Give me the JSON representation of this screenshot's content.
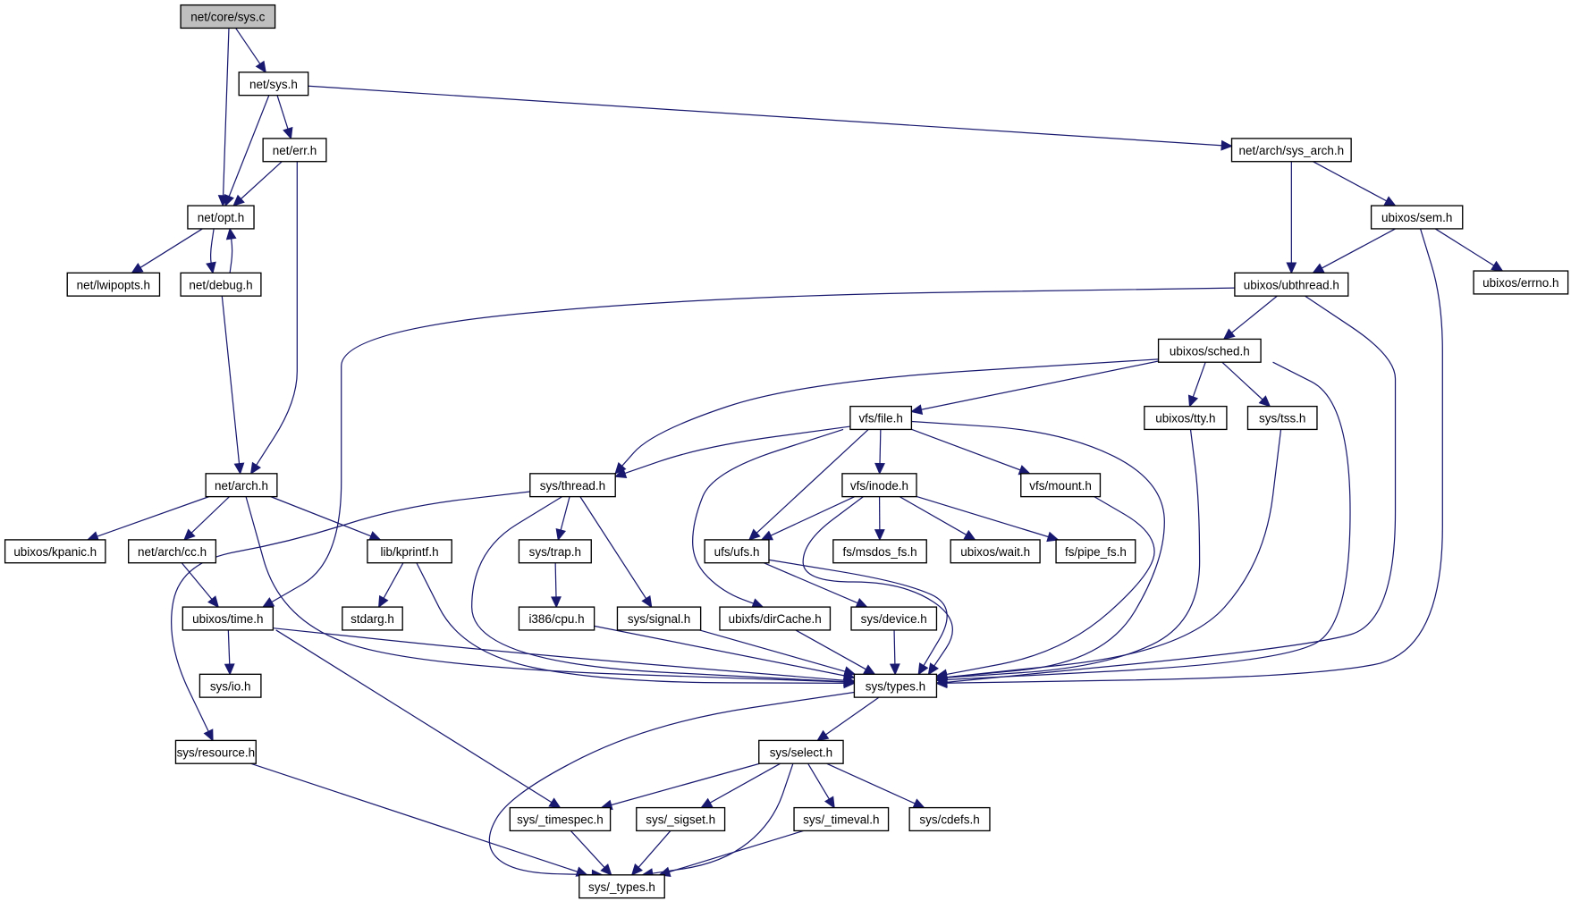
{
  "title": "net/core/sys.c include dependency graph",
  "colors": {
    "edge": "#191970",
    "root_fill": "#bfbfbf",
    "node_fill": "#ffffff",
    "node_border": "#000000"
  },
  "nodes": [
    {
      "id": "root",
      "label": "net/core/sys.c",
      "root": true
    },
    {
      "id": "net_sys_h",
      "label": "net/sys.h"
    },
    {
      "id": "net_err_h",
      "label": "net/err.h"
    },
    {
      "id": "net_opt_h",
      "label": "net/opt.h"
    },
    {
      "id": "net_lwipopts_h",
      "label": "net/lwipopts.h"
    },
    {
      "id": "net_debug_h",
      "label": "net/debug.h"
    },
    {
      "id": "net_arch_h",
      "label": "net/arch.h"
    },
    {
      "id": "ubixos_kpanic_h",
      "label": "ubixos/kpanic.h"
    },
    {
      "id": "net_arch_cc_h",
      "label": "net/arch/cc.h"
    },
    {
      "id": "lib_kprintf_h",
      "label": "lib/kprintf.h"
    },
    {
      "id": "stdarg_h",
      "label": "stdarg.h"
    },
    {
      "id": "ubixos_time_h",
      "label": "ubixos/time.h"
    },
    {
      "id": "sys_io_h",
      "label": "sys/io.h"
    },
    {
      "id": "sys_resource_h",
      "label": "sys/resource.h"
    },
    {
      "id": "net_arch_sys_arch_h",
      "label": "net/arch/sys_arch.h"
    },
    {
      "id": "ubixos_sem_h",
      "label": "ubixos/sem.h"
    },
    {
      "id": "ubixos_errno_h",
      "label": "ubixos/errno.h"
    },
    {
      "id": "ubixos_ubthread_h",
      "label": "ubixos/ubthread.h"
    },
    {
      "id": "ubixos_sched_h",
      "label": "ubixos/sched.h"
    },
    {
      "id": "vfs_file_h",
      "label": "vfs/file.h"
    },
    {
      "id": "ubixos_tty_h",
      "label": "ubixos/tty.h"
    },
    {
      "id": "sys_tss_h",
      "label": "sys/tss.h"
    },
    {
      "id": "sys_thread_h",
      "label": "sys/thread.h"
    },
    {
      "id": "vfs_inode_h",
      "label": "vfs/inode.h"
    },
    {
      "id": "vfs_mount_h",
      "label": "vfs/mount.h"
    },
    {
      "id": "sys_trap_h",
      "label": "sys/trap.h"
    },
    {
      "id": "ufs_ufs_h",
      "label": "ufs/ufs.h"
    },
    {
      "id": "fs_msdos_fs_h",
      "label": "fs/msdos_fs.h"
    },
    {
      "id": "ubixos_wait_h",
      "label": "ubixos/wait.h"
    },
    {
      "id": "fs_pipe_fs_h",
      "label": "fs/pipe_fs.h"
    },
    {
      "id": "i386_cpu_h",
      "label": "i386/cpu.h"
    },
    {
      "id": "sys_signal_h",
      "label": "sys/signal.h"
    },
    {
      "id": "ubixfs_dirCache_h",
      "label": "ubixfs/dirCache.h"
    },
    {
      "id": "sys_device_h",
      "label": "sys/device.h"
    },
    {
      "id": "sys_types_h",
      "label": "sys/types.h"
    },
    {
      "id": "sys_select_h",
      "label": "sys/select.h"
    },
    {
      "id": "sys__timespec_h",
      "label": "sys/_timespec.h"
    },
    {
      "id": "sys__sigset_h",
      "label": "sys/_sigset.h"
    },
    {
      "id": "sys__timeval_h",
      "label": "sys/_timeval.h"
    },
    {
      "id": "sys_cdefs_h",
      "label": "sys/cdefs.h"
    },
    {
      "id": "sys__types_h",
      "label": "sys/_types.h"
    }
  ],
  "edges": [
    {
      "from": "root",
      "to": "net_opt_h"
    },
    {
      "from": "root",
      "to": "net_sys_h"
    },
    {
      "from": "net_sys_h",
      "to": "net_opt_h"
    },
    {
      "from": "net_sys_h",
      "to": "net_err_h"
    },
    {
      "from": "net_sys_h",
      "to": "net_arch_sys_arch_h"
    },
    {
      "from": "net_err_h",
      "to": "net_opt_h"
    },
    {
      "from": "net_err_h",
      "to": "net_arch_h"
    },
    {
      "from": "net_opt_h",
      "to": "net_lwipopts_h"
    },
    {
      "from": "net_opt_h",
      "to": "net_debug_h"
    },
    {
      "from": "net_debug_h",
      "to": "net_opt_h"
    },
    {
      "from": "net_debug_h",
      "to": "net_arch_h"
    },
    {
      "from": "net_arch_h",
      "to": "ubixos_kpanic_h"
    },
    {
      "from": "net_arch_h",
      "to": "net_arch_cc_h"
    },
    {
      "from": "net_arch_h",
      "to": "lib_kprintf_h"
    },
    {
      "from": "net_arch_h",
      "to": "sys_types_h"
    },
    {
      "from": "net_arch_cc_h",
      "to": "ubixos_time_h"
    },
    {
      "from": "lib_kprintf_h",
      "to": "stdarg_h"
    },
    {
      "from": "lib_kprintf_h",
      "to": "sys_types_h"
    },
    {
      "from": "ubixos_time_h",
      "to": "sys_io_h"
    },
    {
      "from": "ubixos_time_h",
      "to": "sys_types_h"
    },
    {
      "from": "ubixos_time_h",
      "to": "sys__timespec_h"
    },
    {
      "from": "net_arch_sys_arch_h",
      "to": "ubixos_ubthread_h"
    },
    {
      "from": "net_arch_sys_arch_h",
      "to": "ubixos_sem_h"
    },
    {
      "from": "ubixos_sem_h",
      "to": "ubixos_ubthread_h"
    },
    {
      "from": "ubixos_sem_h",
      "to": "ubixos_errno_h"
    },
    {
      "from": "ubixos_sem_h",
      "to": "sys_types_h"
    },
    {
      "from": "ubixos_ubthread_h",
      "to": "ubixos_time_h"
    },
    {
      "from": "ubixos_ubthread_h",
      "to": "ubixos_sched_h"
    },
    {
      "from": "ubixos_ubthread_h",
      "to": "sys_types_h"
    },
    {
      "from": "ubixos_sched_h",
      "to": "sys_thread_h"
    },
    {
      "from": "ubixos_sched_h",
      "to": "vfs_file_h"
    },
    {
      "from": "ubixos_sched_h",
      "to": "ubixos_tty_h"
    },
    {
      "from": "ubixos_sched_h",
      "to": "sys_tss_h"
    },
    {
      "from": "ubixos_sched_h",
      "to": "sys_types_h"
    },
    {
      "from": "vfs_file_h",
      "to": "sys_thread_h"
    },
    {
      "from": "vfs_file_h",
      "to": "ufs_ufs_h"
    },
    {
      "from": "vfs_file_h",
      "to": "ubixfs_dirCache_h"
    },
    {
      "from": "vfs_file_h",
      "to": "vfs_inode_h"
    },
    {
      "from": "vfs_file_h",
      "to": "vfs_mount_h"
    },
    {
      "from": "vfs_file_h",
      "to": "sys_types_h"
    },
    {
      "from": "ubixos_tty_h",
      "to": "sys_types_h"
    },
    {
      "from": "sys_tss_h",
      "to": "sys_types_h"
    },
    {
      "from": "sys_thread_h",
      "to": "sys_resource_h"
    },
    {
      "from": "sys_thread_h",
      "to": "sys_trap_h"
    },
    {
      "from": "sys_thread_h",
      "to": "sys_signal_h"
    },
    {
      "from": "sys_thread_h",
      "to": "sys_types_h"
    },
    {
      "from": "vfs_inode_h",
      "to": "ufs_ufs_h"
    },
    {
      "from": "vfs_inode_h",
      "to": "fs_msdos_fs_h"
    },
    {
      "from": "vfs_inode_h",
      "to": "ubixos_wait_h"
    },
    {
      "from": "vfs_inode_h",
      "to": "fs_pipe_fs_h"
    },
    {
      "from": "vfs_inode_h",
      "to": "sys_types_h"
    },
    {
      "from": "vfs_mount_h",
      "to": "sys_types_h"
    },
    {
      "from": "sys_trap_h",
      "to": "i386_cpu_h"
    },
    {
      "from": "ufs_ufs_h",
      "to": "sys_device_h"
    },
    {
      "from": "ufs_ufs_h",
      "to": "sys_types_h"
    },
    {
      "from": "i386_cpu_h",
      "to": "sys_types_h"
    },
    {
      "from": "sys_signal_h",
      "to": "sys_types_h"
    },
    {
      "from": "ubixfs_dirCache_h",
      "to": "sys_types_h"
    },
    {
      "from": "sys_device_h",
      "to": "sys_types_h"
    },
    {
      "from": "sys_types_h",
      "to": "sys_select_h"
    },
    {
      "from": "sys_types_h",
      "to": "sys__types_h"
    },
    {
      "from": "sys_resource_h",
      "to": "sys__types_h"
    },
    {
      "from": "sys_select_h",
      "to": "sys__timespec_h"
    },
    {
      "from": "sys_select_h",
      "to": "sys__sigset_h"
    },
    {
      "from": "sys_select_h",
      "to": "sys__timeval_h"
    },
    {
      "from": "sys_select_h",
      "to": "sys_cdefs_h"
    },
    {
      "from": "sys_select_h",
      "to": "sys__types_h"
    },
    {
      "from": "sys__timespec_h",
      "to": "sys__types_h"
    },
    {
      "from": "sys__sigset_h",
      "to": "sys__types_h"
    },
    {
      "from": "sys__timeval_h",
      "to": "sys__types_h"
    }
  ]
}
